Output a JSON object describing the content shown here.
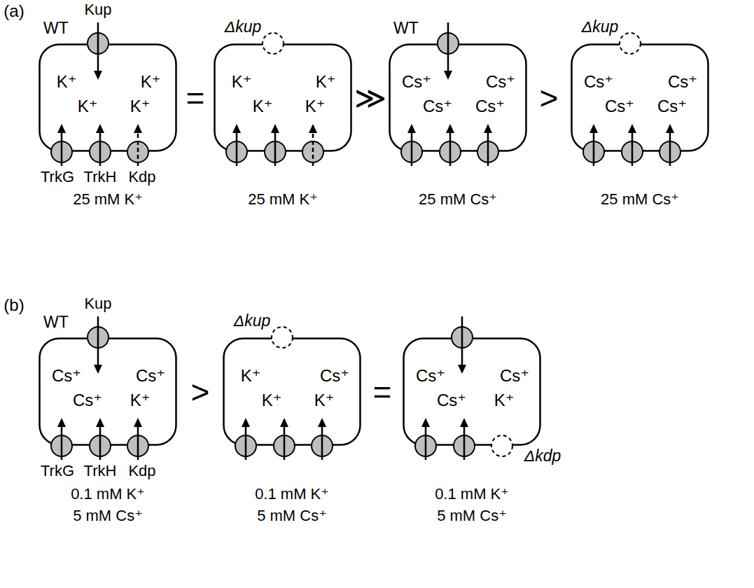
{
  "diagram": {
    "nodes": [
      {
        "text": [
          "WT",
          "K⁺",
          "K⁺",
          "K⁺",
          "K⁺"
        ]
      },
      {
        "text": [
          "Δkup",
          "K⁺",
          "K⁺",
          "K⁺",
          "K⁺"
        ]
      },
      {
        "text": [
          "WT",
          "Cs⁺",
          "Cs⁺",
          "Cs⁺",
          "Cs⁺"
        ]
      },
      {
        "text": [
          "Δkup",
          "Cs⁺",
          "Cs⁺",
          "Cs⁺",
          "Cs⁺"
        ]
      },
      {
        "text": [
          "WT",
          "Cs⁺",
          "Cs⁺",
          "Cs⁺",
          "K⁺"
        ]
      },
      {
        "text": [
          "Δkup",
          "K⁺",
          "Cs⁺",
          "K⁺",
          "K⁺"
        ]
      },
      {
        "text": [
          "Cs⁺",
          "Cs⁺",
          "Cs⁺",
          "K⁺",
          "Δkdp"
        ]
      }
    ],
    "labels": [
      "(a)",
      "Kup",
      "TrkG",
      "TrkH",
      "Kdp",
      "25 mM K⁺",
      "=",
      "25 mM K⁺",
      "≫",
      "25 mM Cs⁺",
      ">",
      "25 mM Cs⁺",
      "(b)",
      "Kup",
      "TrkG",
      "TrkH",
      "Kdp",
      "0.1 mM K⁺",
      "5 mM Cs⁺",
      ">",
      "0.1 mM K⁺",
      "5 mM Cs⁺",
      "=",
      "0.1 mM K⁺",
      "5 mM Cs⁺"
    ]
  }
}
